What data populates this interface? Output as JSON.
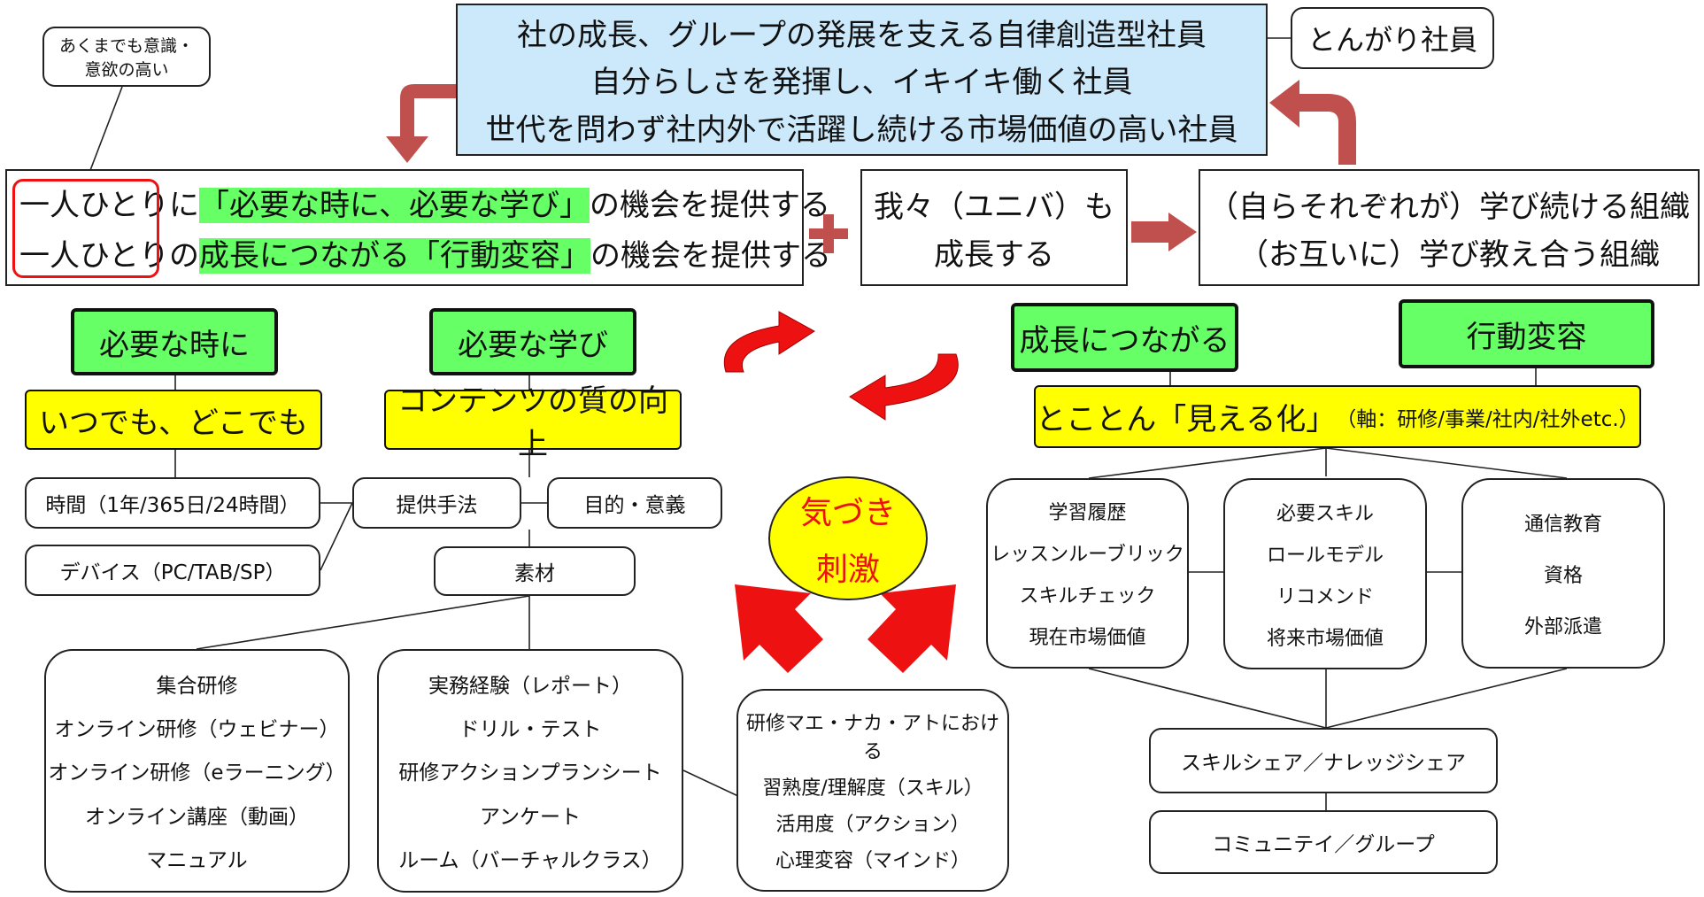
{
  "top": {
    "lines": [
      "社の成長、グループの発展を支える自律創造型社員",
      "自分らしさを発揮し、イキイキ働く社員",
      "世代を問わず社内外で活躍し続ける市場価値の高い社員"
    ],
    "tongari": "とんがり社員",
    "note": [
      "あくまでも意識・",
      "意欲の高い"
    ]
  },
  "mission": {
    "line1_a": "一人ひとり",
    "line1_b": "に",
    "line1_hl": "「必要な時に、必要な学び」",
    "line1_c": "の機会を提供する",
    "line2_a": "一人ひとり",
    "line2_b": "の",
    "line2_hl": "成長につながる「行動変容」",
    "line2_c": "の機会を提供する"
  },
  "plus": "✚",
  "we": [
    "我々（ユニバ）も",
    "成長する"
  ],
  "org": [
    "（自らそれぞれが）学び続ける組織",
    "（お互いに）学び教え合う組織"
  ],
  "left": {
    "when": "必要な時に",
    "what": "必要な学び",
    "anytime": "いつでも、どこでも",
    "quality": "コンテンツの質の向上",
    "time": "時間（1年/365日/24時間）",
    "device": "デバイス（PC/TAB/SP）",
    "method": "提供手法",
    "purpose": "目的・意義",
    "material": "素材",
    "training": [
      "集合研修",
      "オンライン研修（ウェビナー）",
      "オンライン研修（eラーニング）",
      "オンライン講座（動画）",
      "マニュアル"
    ],
    "practice": [
      "実務経験（レポート）",
      "ドリル・テスト",
      "研修アクションプランシート",
      "アンケート",
      "ルーム（バーチャルクラス）"
    ]
  },
  "center": {
    "kizuki": [
      "気づき",
      "刺激"
    ],
    "measure": [
      "研修マエ・ナカ・アトにおける",
      "習熟度/理解度（スキル）",
      "活用度（アクション）",
      "心理変容（マインド）"
    ]
  },
  "right": {
    "growth": "成長につながる",
    "behavior": "行動変容",
    "visual_main": "とことん「見える化」",
    "visual_sub": "（軸：研修/事業/社内/社外etc.）",
    "history": [
      "学習履歴",
      "レッスンルーブリック",
      "スキルチェック",
      "現在市場価値"
    ],
    "skills": [
      "必要スキル",
      "ロールモデル",
      "リコメンド",
      "将来市場価値"
    ],
    "education": [
      "通信教育",
      "資格",
      "外部派遣"
    ],
    "share": "スキルシェア／ナレッジシェア",
    "community": "コミュニテイ／グループ"
  },
  "colors": {
    "green": "#66ff66",
    "yellow": "#ffff00",
    "top_bg": "#cce9fb",
    "arrow_dark": "#c0504d",
    "arrow_red": "#ee1111"
  }
}
